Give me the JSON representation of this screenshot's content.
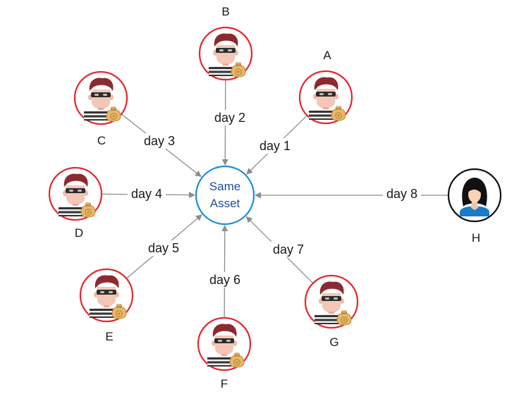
{
  "center": {
    "line1": "Same",
    "line2": "Asset"
  },
  "colors": {
    "thief_ring": "#e3272e",
    "user_ring": "#111111",
    "center_ring": "#1c8fd8",
    "center_text": "#1f4e9a",
    "edge": "#8c8c8c"
  },
  "nodes": [
    {
      "id": "A",
      "label": "A",
      "kind": "thief",
      "icon": "thief-icon"
    },
    {
      "id": "B",
      "label": "B",
      "kind": "thief",
      "icon": "thief-icon"
    },
    {
      "id": "C",
      "label": "C",
      "kind": "thief",
      "icon": "thief-icon"
    },
    {
      "id": "D",
      "label": "D",
      "kind": "thief",
      "icon": "thief-icon"
    },
    {
      "id": "E",
      "label": "E",
      "kind": "thief",
      "icon": "thief-icon"
    },
    {
      "id": "F",
      "label": "F",
      "kind": "thief",
      "icon": "thief-icon"
    },
    {
      "id": "G",
      "label": "G",
      "kind": "thief",
      "icon": "thief-icon"
    },
    {
      "id": "H",
      "label": "H",
      "kind": "user",
      "icon": "woman-user-icon"
    }
  ],
  "edges": [
    {
      "from": "A",
      "label": "day 1"
    },
    {
      "from": "B",
      "label": "day 2"
    },
    {
      "from": "C",
      "label": "day 3"
    },
    {
      "from": "D",
      "label": "day 4"
    },
    {
      "from": "E",
      "label": "day 5"
    },
    {
      "from": "F",
      "label": "day 6"
    },
    {
      "from": "G",
      "label": "day 7"
    },
    {
      "from": "H",
      "label": "day 8"
    }
  ]
}
